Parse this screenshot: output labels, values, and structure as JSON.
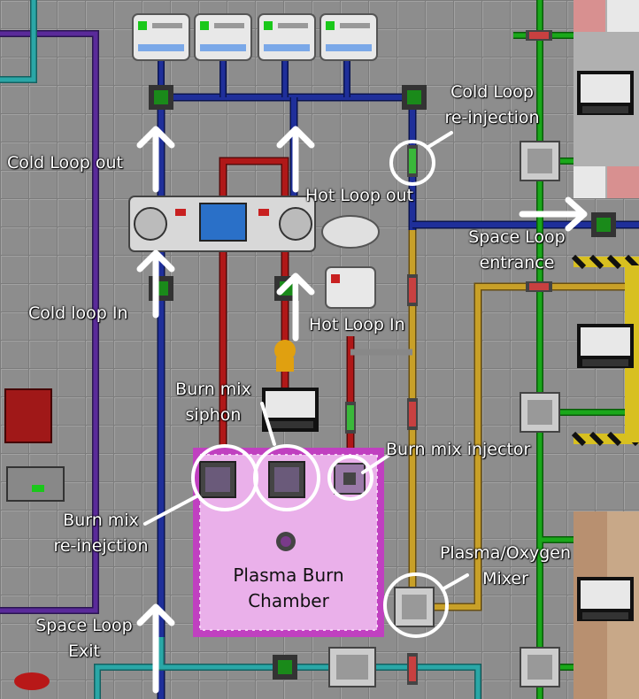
{
  "labels": {
    "cold_loop_out": "Cold Loop out",
    "cold_loop_in": "Cold loop In",
    "hot_loop_out": "Hot Loop out",
    "hot_loop_in": "Hot Loop In",
    "cold_reinjection_1": "Cold Loop",
    "cold_reinjection_2": "re-injection",
    "space_loop_entrance_1": "Space Loop",
    "space_loop_entrance_2": "entrance",
    "burn_mix_siphon_1": "Burn mix",
    "burn_mix_siphon_2": "siphon",
    "burn_mix_injector": "Burn mix injector",
    "burn_mix_reinjection_1": "Burn mix",
    "burn_mix_reinjection_2": "re-inejction",
    "plasma_oxygen_mixer_1": "Plasma/Oxygen",
    "plasma_oxygen_mixer_2": "Mixer",
    "plasma_burn_chamber_1": "Plasma Burn",
    "plasma_burn_chamber_2": "Chamber",
    "space_loop_exit_1": "Space Loop",
    "space_loop_exit_2": "Exit"
  },
  "colors": {
    "cold_pipe": "#1f2f9a",
    "hot_pipe": "#b01818",
    "burn_pipe": "#c8a028",
    "space_pipe": "#2aa7a7",
    "green_pipe": "#1aa81a",
    "purple_pipe": "#5a2a9a",
    "chamber": "#e8a8e8",
    "annotation": "#ffffff"
  }
}
